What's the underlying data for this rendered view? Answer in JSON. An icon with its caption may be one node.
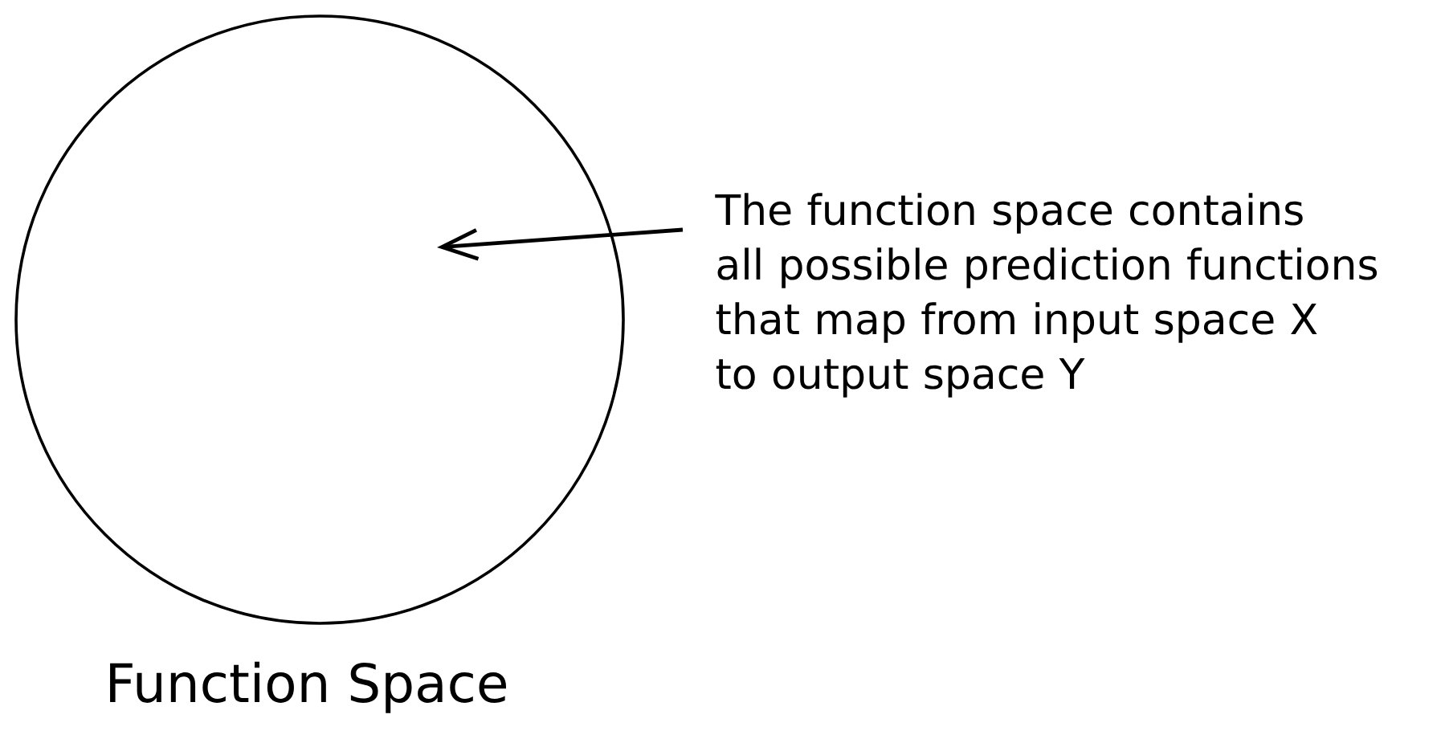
{
  "diagram": {
    "nodes": [
      {
        "text": [
          "Function Space"
        ]
      },
      {
        "text": [
          "The function space contains all possible prediction functions that map from input space X to output space Y"
        ]
      }
    ],
    "edges": [
      {
        "from": 1,
        "to": 0,
        "arrow": "to"
      }
    ]
  }
}
